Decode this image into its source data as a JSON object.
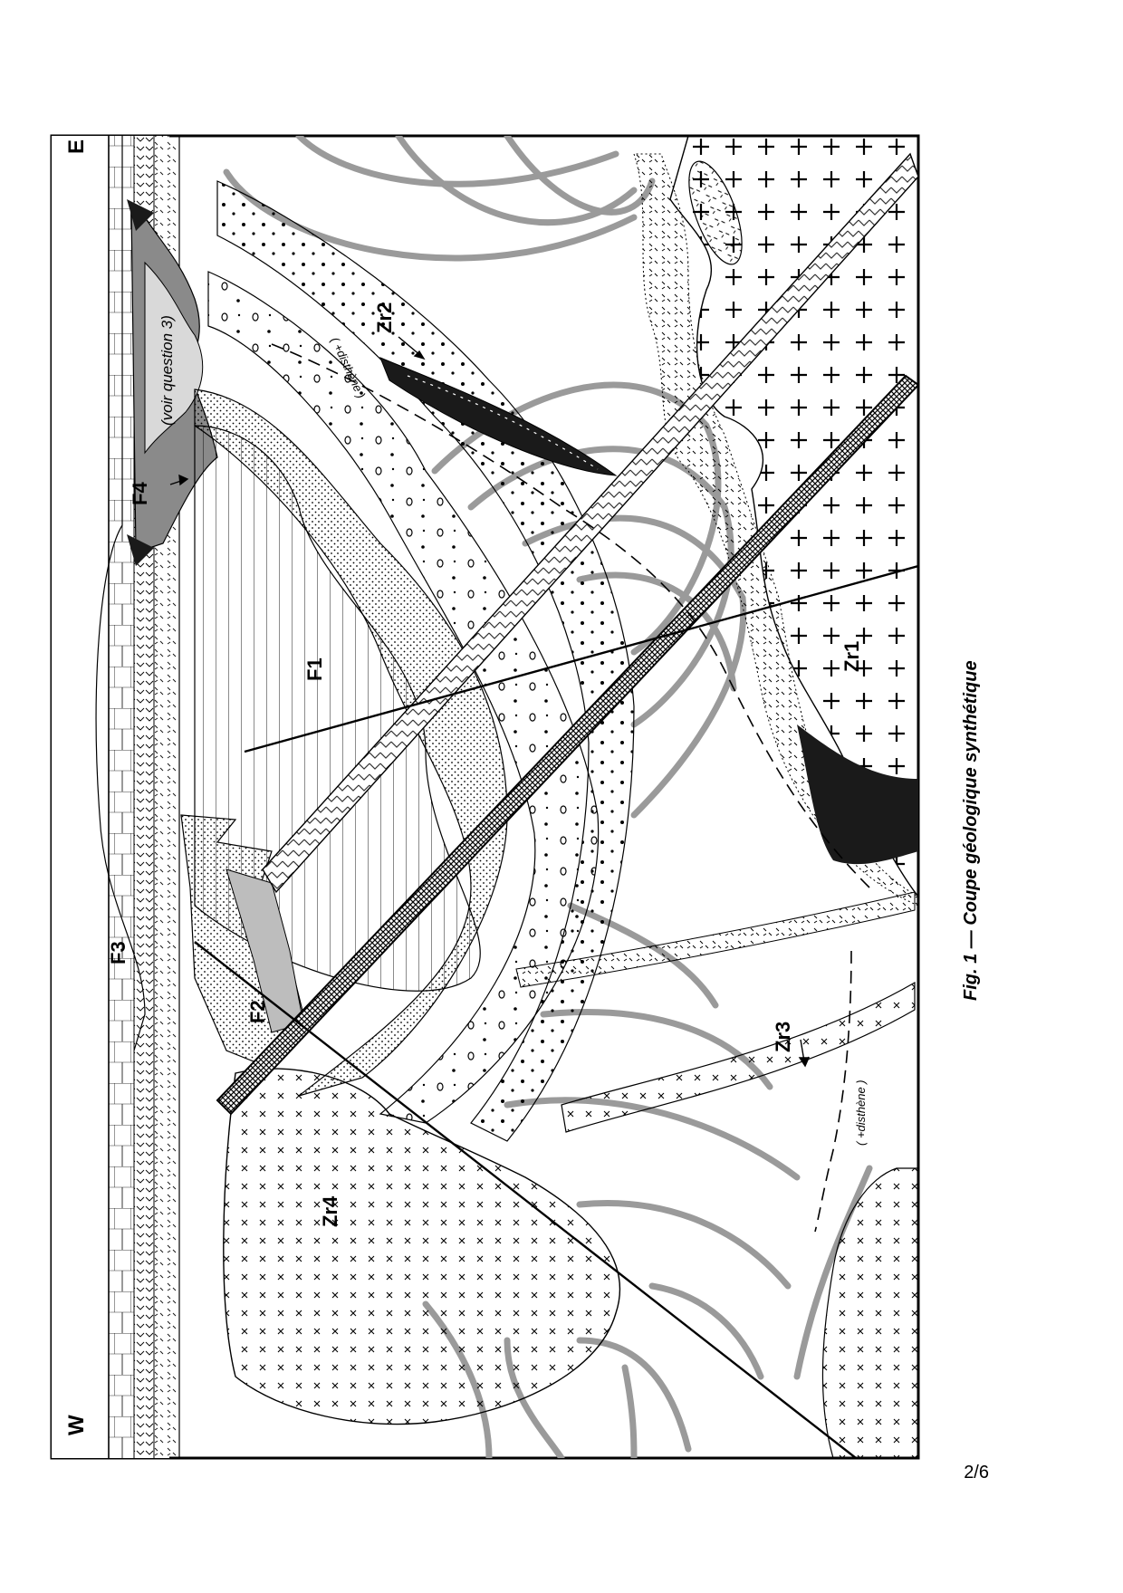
{
  "orientation": {
    "west": "W",
    "east": "E"
  },
  "labels": {
    "f1": "F1",
    "f2": "F2",
    "f3": "F3",
    "f4": "F4",
    "zr1": "Zr1",
    "zr2": "Zr2",
    "zr3": "Zr3",
    "zr4": "Zr4"
  },
  "annotations": {
    "voir_question": "(voir question 3)",
    "disthene_upper": "( +disthène )",
    "disthene_lower": "( +disthène )"
  },
  "caption": "Fig. 1 — Coupe géologique synthétique",
  "page_number": "2/6",
  "colors": {
    "isograde_grey": "#9a9a9a",
    "dark_fill": "#1a1a1a",
    "grey_fill": "#8a8a8a",
    "light_grey_fill": "#d9d9d9"
  }
}
